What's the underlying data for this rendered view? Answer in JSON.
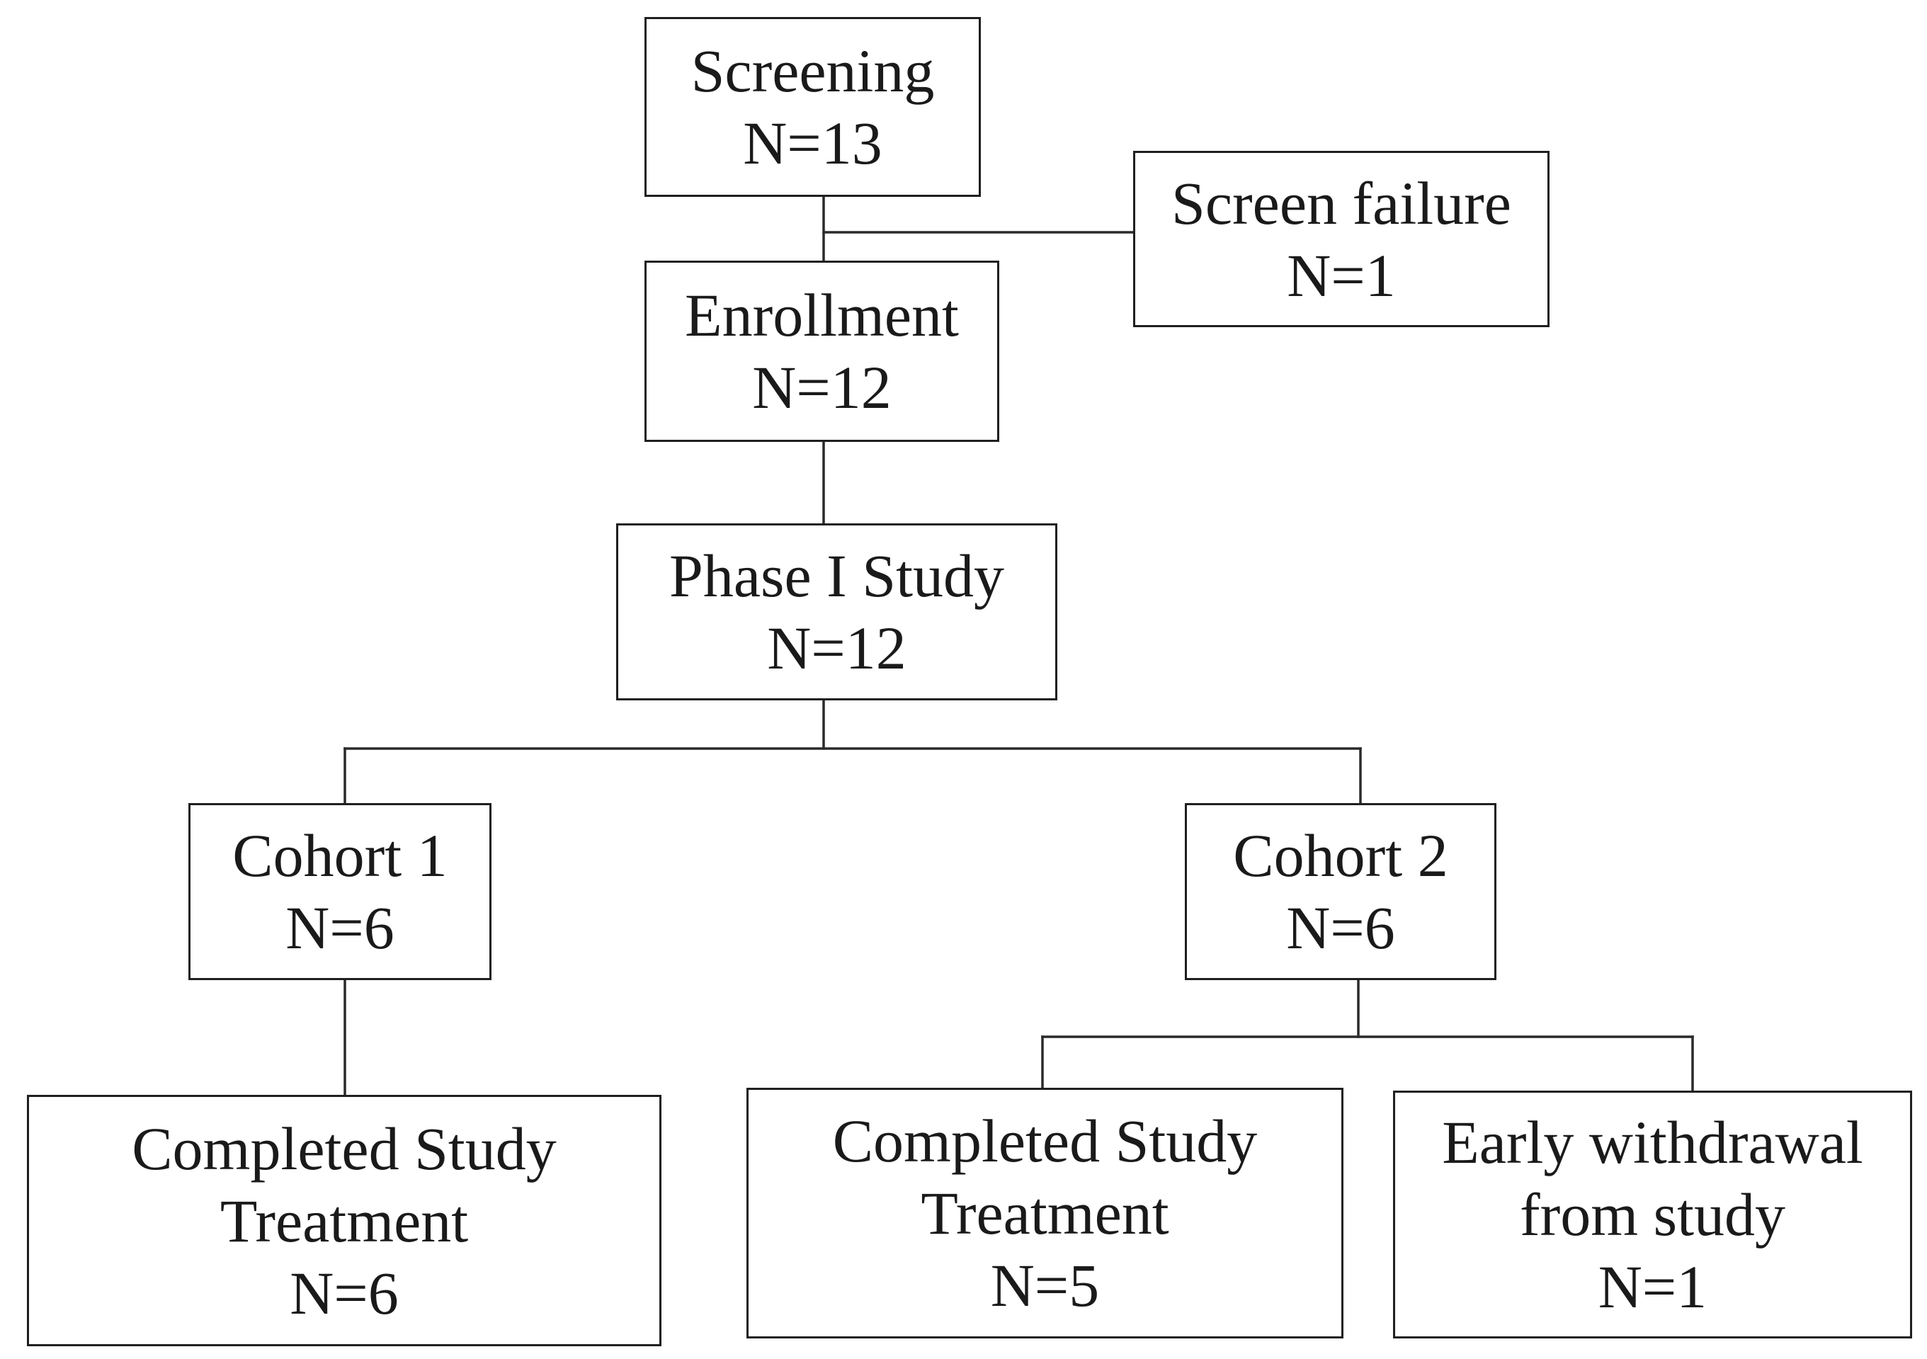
{
  "diagram": {
    "screening": {
      "label": "Screening",
      "count": "N=13"
    },
    "screen_failure": {
      "label": "Screen failure",
      "count": "N=1"
    },
    "enrollment": {
      "label": "Enrollment",
      "count": "N=12"
    },
    "phase1": {
      "label": "Phase I Study",
      "count": "N=12"
    },
    "cohort1": {
      "label": "Cohort 1",
      "count": "N=6"
    },
    "cohort2": {
      "label": "Cohort 2",
      "count": "N=6"
    },
    "cohort1_completed": {
      "line1": "Completed Study",
      "line2": "Treatment",
      "count": "N=6"
    },
    "cohort2_completed": {
      "line1": "Completed Study",
      "line2": "Treatment",
      "count": "N=5"
    },
    "cohort2_withdrawal": {
      "line1": "Early withdrawal",
      "line2": "from study",
      "count": "N=1"
    }
  }
}
